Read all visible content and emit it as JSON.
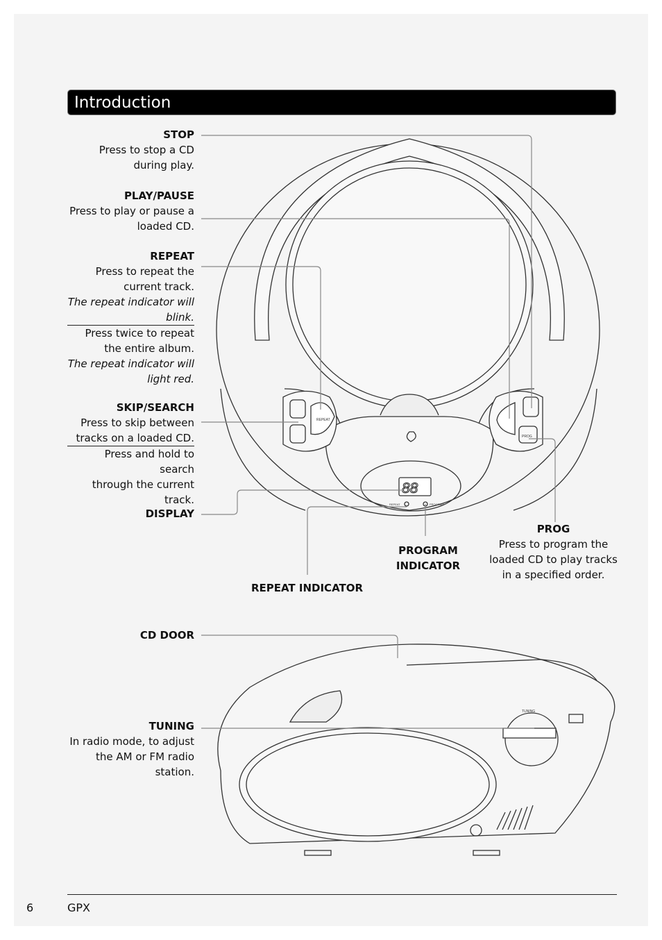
{
  "section_title": "Introduction",
  "labels": {
    "stop": {
      "heading": "STOP",
      "line1": "Press to stop a CD",
      "line2": "during play."
    },
    "play_pause": {
      "heading": "PLAY/PAUSE",
      "line1": "Press to play or pause a",
      "line2": "loaded CD."
    },
    "repeat": {
      "heading": "REPEAT",
      "line1": "Press to repeat the",
      "line2": "current track.",
      "note1a": "The repeat indicator will",
      "note1b": "blink.",
      "line3": "Press twice to repeat",
      "line4": "the entire album.",
      "note2a": "The repeat indicator will",
      "note2b": "light red."
    },
    "skip_search": {
      "heading": "SKIP/SEARCH",
      "line1": "Press to skip between",
      "line2": "tracks on a loaded CD.",
      "line3": "Press and hold to search",
      "line4": "through the current",
      "line5": "track."
    },
    "display": {
      "heading": "DISPLAY"
    },
    "prog": {
      "heading": "PROG",
      "line1": "Press to program the",
      "line2": "loaded CD to play tracks",
      "line3": "in a specified order."
    },
    "program_indicator": {
      "line1": "PROGRAM",
      "line2": "INDICATOR"
    },
    "repeat_indicator": {
      "heading": "REPEAT INDICATOR"
    },
    "cd_door": {
      "heading": "CD DOOR"
    },
    "tuning": {
      "heading": "TUNING",
      "line1": "In radio mode, to adjust",
      "line2": "the AM or FM radio",
      "line3": "station."
    }
  },
  "device_labels": {
    "repeat_button": "REPEAT",
    "prog_button": "PROG",
    "display_digits": "88",
    "repeat_led": "REPEAT",
    "program_led": "PROGRAM",
    "tuning_mark": "TUNING"
  },
  "footer": {
    "page_number": "6",
    "brand": "GPX"
  }
}
